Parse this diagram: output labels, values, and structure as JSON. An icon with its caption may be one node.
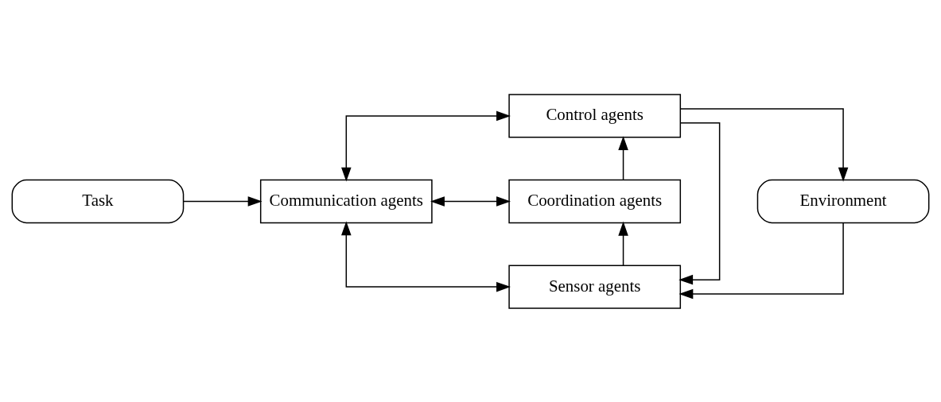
{
  "diagram": {
    "nodes": [
      {
        "text": [
          "Task"
        ]
      },
      {
        "text": [
          "Communication agents"
        ]
      },
      {
        "text": [
          "Control agents"
        ]
      },
      {
        "text": [
          "Coordination agents"
        ]
      },
      {
        "text": [
          "Sensor agents"
        ]
      },
      {
        "text": [
          "Environment"
        ]
      }
    ],
    "edges": [
      {
        "from": 0,
        "to": 1,
        "arrow": "to"
      },
      {
        "from": 1,
        "to": 2,
        "arrow": "both"
      },
      {
        "from": 1,
        "to": 3,
        "arrow": "both"
      },
      {
        "from": 1,
        "to": 4,
        "arrow": "both"
      },
      {
        "from": 3,
        "to": 2,
        "arrow": "to"
      },
      {
        "from": 4,
        "to": 3,
        "arrow": "to"
      },
      {
        "from": 2,
        "to": 5,
        "arrow": "to"
      },
      {
        "from": 2,
        "to": 4,
        "arrow": "to"
      },
      {
        "from": 5,
        "to": 4,
        "arrow": "to"
      }
    ]
  }
}
